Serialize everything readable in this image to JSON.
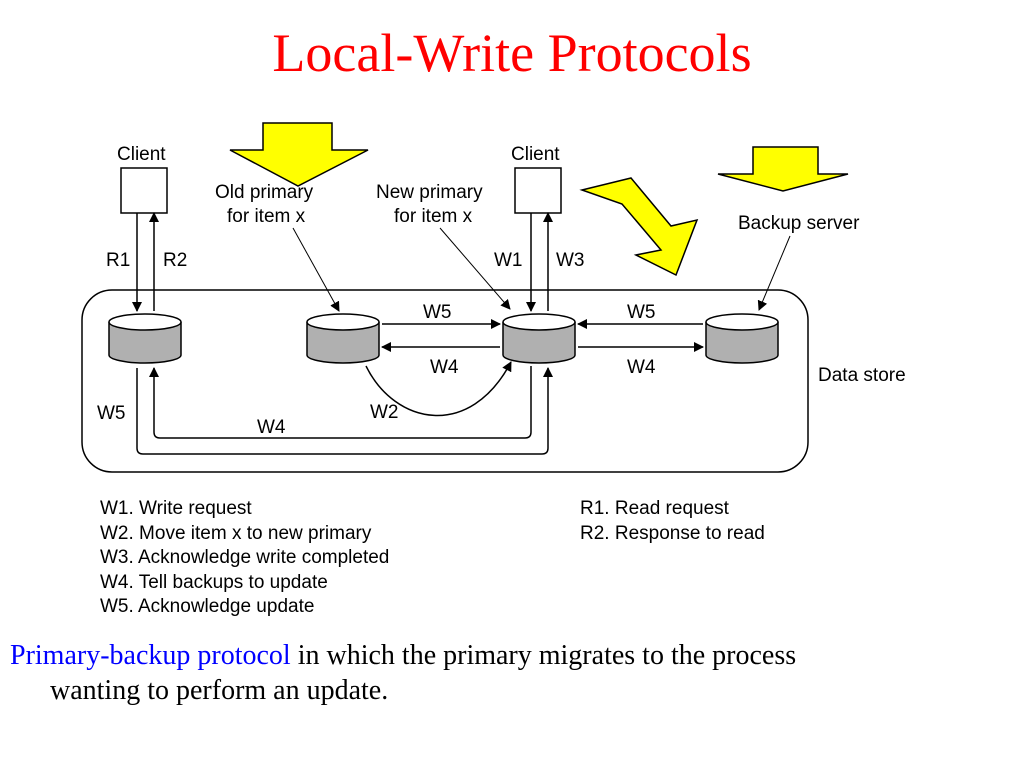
{
  "title": "Local-Write Protocols",
  "diagram": {
    "labels": {
      "client_left": "Client",
      "client_right": "Client",
      "old_primary_l1": "Old primary",
      "old_primary_l2": "for item x",
      "new_primary_l1": "New primary",
      "new_primary_l2": "for item x",
      "backup_server": "Backup server",
      "data_store": "Data store",
      "r1": "R1",
      "r2": "R2",
      "w1": "W1",
      "w3": "W3",
      "w5_top": "W5",
      "w4_mid": "W4",
      "w5_right": "W5",
      "w4_right": "W4",
      "w5_left": "W5",
      "w4_bottom": "W4",
      "w2": "W2"
    },
    "colors": {
      "callout_arrow": "#ffff00",
      "store_body": "#b0b0b0",
      "store_top": "#ffffff",
      "outline": "#000000"
    }
  },
  "legend_left": [
    "W1. Write request",
    "W2. Move item x to new primary",
    "W3. Acknowledge write completed",
    "W4. Tell backups to update",
    "W5. Acknowledge update"
  ],
  "legend_right": [
    "R1. Read request",
    "R2. Response to read"
  ],
  "caption": {
    "highlight": "Primary-backup protocol",
    "rest": " in which the primary migrates to the process",
    "line2": "wanting to perform an update."
  }
}
